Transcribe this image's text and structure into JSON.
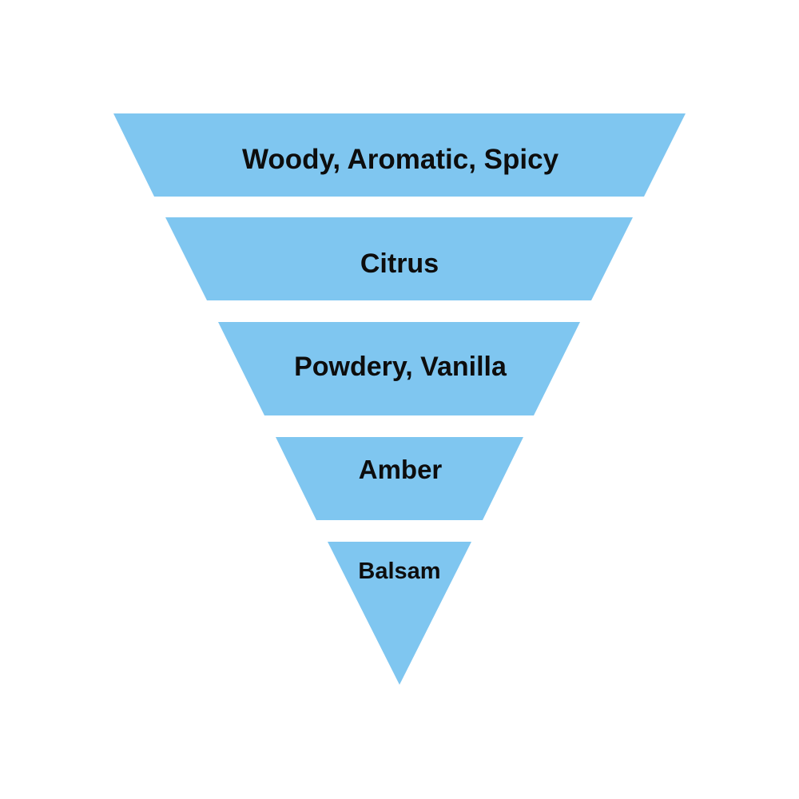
{
  "diagram": {
    "type": "inverted-pyramid",
    "fill_color": "#7fc6f0",
    "text_color": "#0d0d0d",
    "background_color": "#ffffff",
    "tiers": [
      {
        "label": "Woody, Aromatic, Spicy"
      },
      {
        "label": "Citrus"
      },
      {
        "label": "Powdery, Vanilla"
      },
      {
        "label": "Amber"
      },
      {
        "label": "Balsam"
      }
    ]
  }
}
